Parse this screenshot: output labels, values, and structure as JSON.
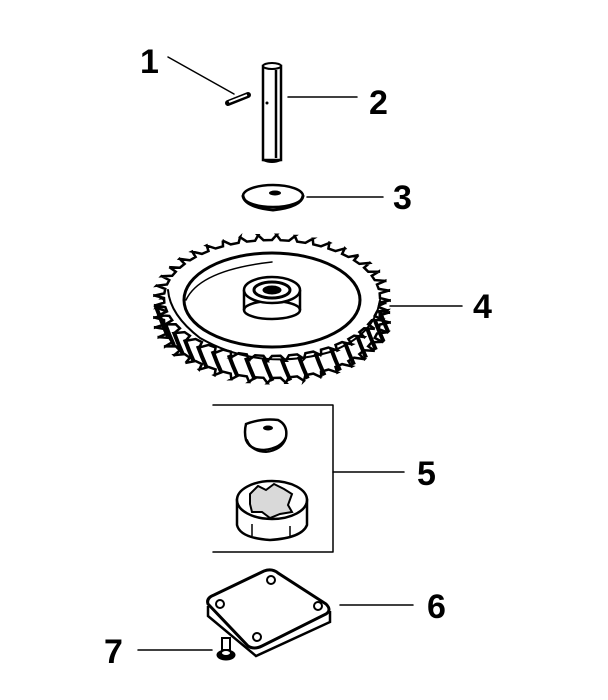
{
  "callouts": [
    {
      "id": "1",
      "label": "1"
    },
    {
      "id": "2",
      "label": "2"
    },
    {
      "id": "3",
      "label": "3"
    },
    {
      "id": "4",
      "label": "4"
    },
    {
      "id": "5",
      "label": "5"
    },
    {
      "id": "6",
      "label": "6"
    },
    {
      "id": "7",
      "label": "7"
    }
  ],
  "colors": {
    "ink": "#000000",
    "paper": "#ffffff",
    "shade": "#d9d9d9"
  }
}
